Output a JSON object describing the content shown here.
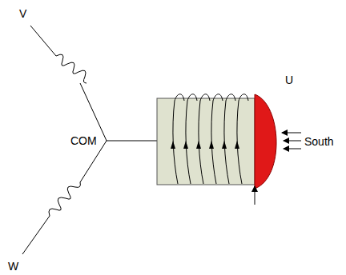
{
  "diagram": {
    "labels": [
      "V",
      "COM",
      "W",
      "U",
      "South"
    ]
  }
}
